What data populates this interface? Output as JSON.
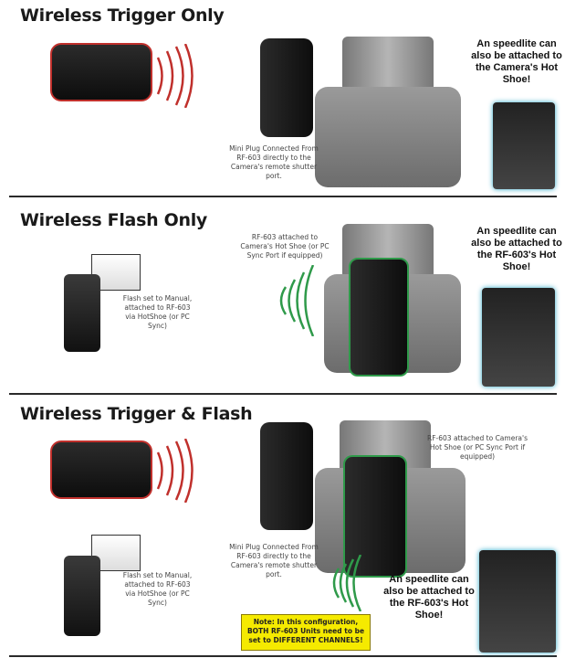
{
  "sections": [
    {
      "title": "Wireless Trigger Only",
      "caption_plug": "Mini Plug Connected From RF-603 directly to the Camera's remote shutter port.",
      "speedlite_note": "An speedlite can also be attached to the Camera's Hot Shoe!"
    },
    {
      "title": "Wireless Flash Only",
      "caption_hotshoe": "RF-603 attached to Camera's Hot Shoe (or PC Sync Port if equipped)",
      "caption_flash": "Flash set to Manual, attached to RF-603 via HotShoe (or PC Sync)",
      "speedlite_note": "An speedlite can also be attached to the RF-603's Hot Shoe!"
    },
    {
      "title": "Wireless Trigger & Flash",
      "caption_hotshoe": "RF-603 attached to Camera's Hot Shoe (or PC Sync Port if equipped)",
      "caption_flash": "Flash set to Manual, attached to RF-603 via HotShoe (or PC Sync)",
      "caption_plug": "Mini Plug Connected From RF-603 directly to the Camera's remote shutter port.",
      "speedlite_note": "An speedlite can also be attached to the RF-603's Hot Shoe!",
      "note": "Note: In this configuration, BOTH RF-603 Units need to be set to DIFFERENT CHANNELS!"
    }
  ],
  "colors": {
    "trigger_waves": "#c0302c",
    "flash_waves": "#2f9a4a",
    "note_bg": "#f5ea00",
    "glow": "#2aa8c8"
  }
}
